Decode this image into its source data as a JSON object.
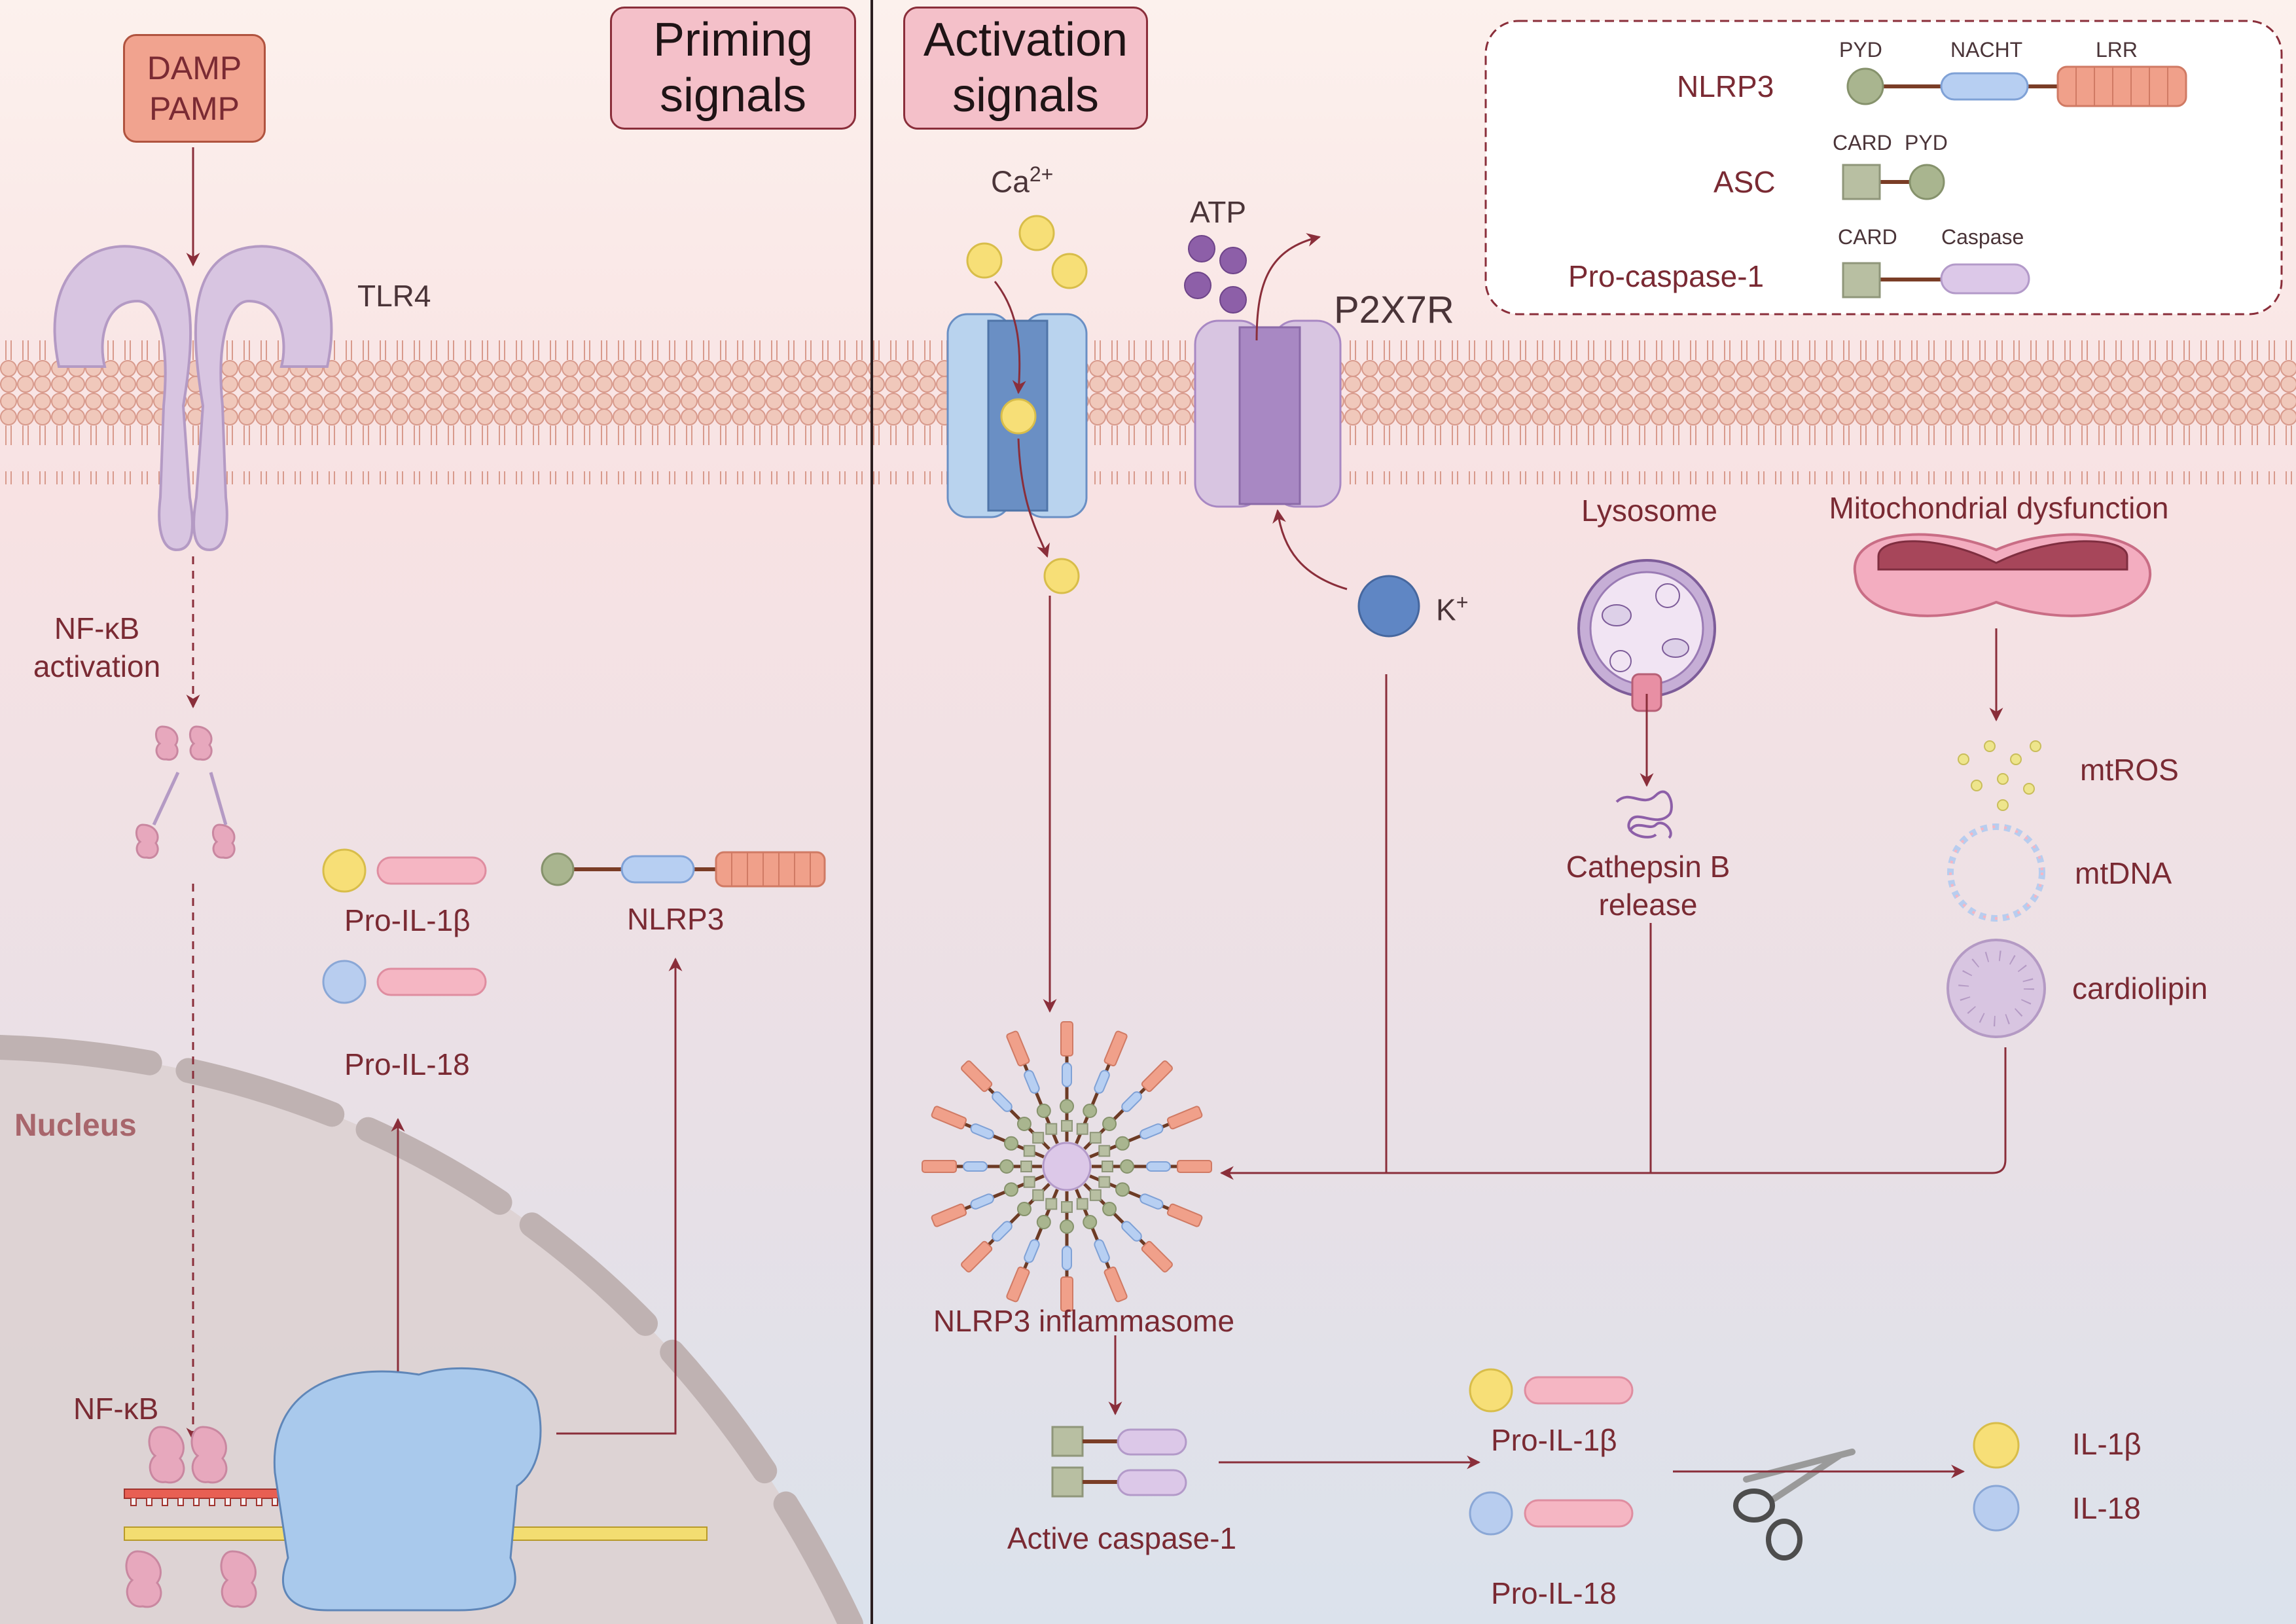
{
  "signals": {
    "priming": "Priming\nsignals",
    "activation": "Activation\nsignals"
  },
  "stimulus": {
    "damp_pamp": "DAMP\nPAMP"
  },
  "receptors": {
    "tlr4": "TLR4",
    "p2x7r": "P2X7R",
    "atp": "ATP",
    "ca_base": "Ca",
    "ca_sup": "2+",
    "k_base": "K",
    "k_sup": "+"
  },
  "priming": {
    "nfkb_activation": "NF-κB\nactivation",
    "nfkb": "NF-κB",
    "nucleus": "Nucleus",
    "pro_il1b": "Pro-IL-1β",
    "pro_il18": "Pro-IL-18",
    "nlrp3": "NLRP3"
  },
  "activation": {
    "lysosome": "Lysosome",
    "mito": "Mitochondrial dysfunction",
    "cathepsin": "Cathepsin B\nrelease",
    "mtros": "mtROS",
    "mtdna": "mtDNA",
    "cardiolipin": "cardiolipin",
    "inflammasome": "NLRP3 inflammasome",
    "active_casp1": "Active caspase-1",
    "pro_il1b": "Pro-IL-1β",
    "pro_il18": "Pro-IL-18",
    "il1b": "IL-1β",
    "il18": "IL-18"
  },
  "legend": {
    "rows": [
      {
        "name": "NLRP3",
        "domains": [
          "PYD",
          "NACHT",
          "LRR"
        ]
      },
      {
        "name": "ASC",
        "domains": [
          "CARD",
          "PYD"
        ]
      },
      {
        "name": "Pro-caspase-1",
        "domains": [
          "CARD",
          "Caspase"
        ]
      }
    ]
  },
  "colors": {
    "arrow": "#8a2e3a",
    "membrane_head": "#f0c8bb",
    "il1b": "#f7df77",
    "il18": "#b8cdef",
    "pro_domain": "#f5b6c3",
    "pyd": "#a9b58f",
    "nacht": "#b7cff2",
    "lrr": "#f0a08a",
    "card": "#b8bfa2",
    "caspase": "#dcc8e8",
    "tlr4": "#d8c5e1",
    "p2x7r": "#a888c3",
    "ca_channel": "#6a8fc4",
    "ribosome": "#a9c9ec"
  }
}
